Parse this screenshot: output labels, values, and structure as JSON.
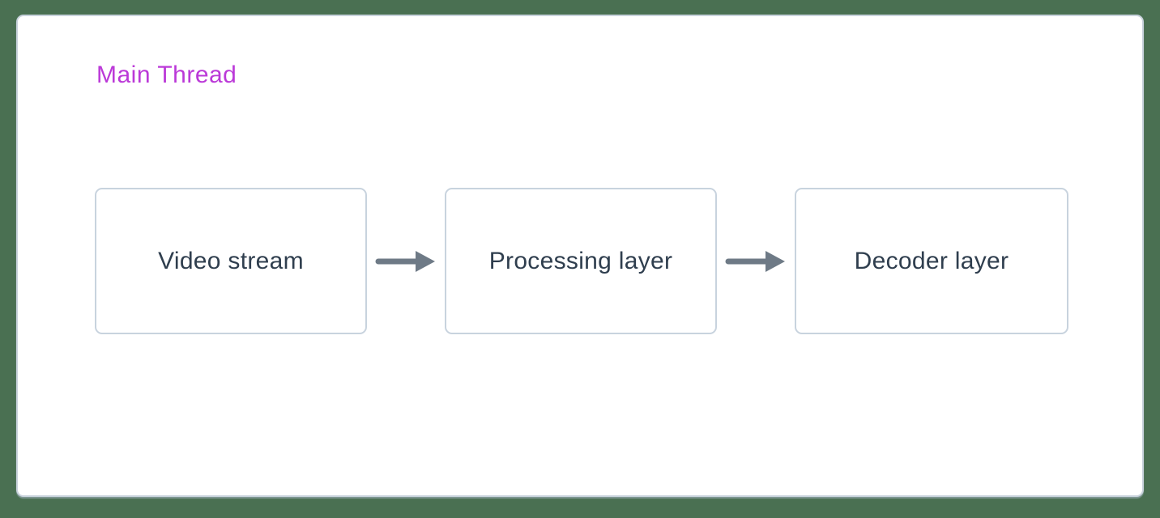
{
  "diagram": {
    "type": "flowchart",
    "direction": "left-to-right",
    "title": "Main Thread",
    "nodes": [
      {
        "id": "video-stream",
        "label": "Video stream"
      },
      {
        "id": "processing-layer",
        "label": "Processing layer"
      },
      {
        "id": "decoder-layer",
        "label": "Decoder layer"
      }
    ],
    "edges": [
      {
        "from": "video-stream",
        "to": "processing-layer",
        "style": "arrow"
      },
      {
        "from": "processing-layer",
        "to": "decoder-layer",
        "style": "arrow"
      }
    ]
  },
  "colors": {
    "bg-green": "#4a7052",
    "panel-bg": "#ffffff",
    "panel-border": "#c8d2dc",
    "box-border": "#c8d3de",
    "text-dark": "#2f3e4e",
    "arrow-gray": "#6e7a86",
    "accent-magenta": "#bb39d8"
  }
}
